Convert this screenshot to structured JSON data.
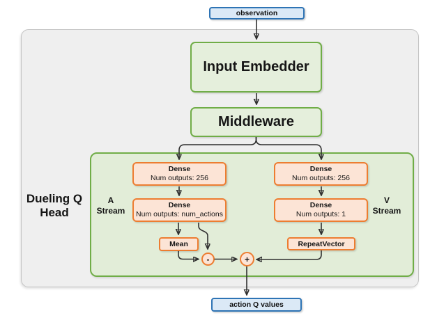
{
  "colors": {
    "blue_fill": "#dbe9f6",
    "blue_border": "#2e74b5",
    "green_fill": "#e5efdc",
    "green_border": "#70ad47",
    "orange_fill": "#fce4d6",
    "orange_border": "#ed7d31",
    "gray_fill": "#efefef",
    "gray_border": "#c4c4c4",
    "arrow": "#2f2f2f"
  },
  "observation_node": {
    "label": "observation"
  },
  "container": {
    "input_embedder": {
      "label": "Input Embedder"
    },
    "middleware": {
      "label": "Middleware"
    },
    "dueling_head": {
      "title_line1": "Dueling Q",
      "title_line2": "Head",
      "a_stream": {
        "label_line1": "A",
        "label_line2": "Stream",
        "dense1": {
          "name": "Dense",
          "detail": "Num outputs: 256"
        },
        "dense2": {
          "name": "Dense",
          "detail": "Num outputs: num_actions"
        },
        "mean": {
          "label": "Mean"
        }
      },
      "v_stream": {
        "label_line1": "V",
        "label_line2": "Stream",
        "dense1": {
          "name": "Dense",
          "detail": "Num outputs: 256"
        },
        "dense2": {
          "name": "Dense",
          "detail": "Num outputs: 1"
        },
        "repeat_vector": {
          "label": "RepeatVector"
        }
      },
      "operators": {
        "subtract": "-",
        "add": "+"
      }
    }
  },
  "output_node": {
    "label": "action Q values"
  }
}
